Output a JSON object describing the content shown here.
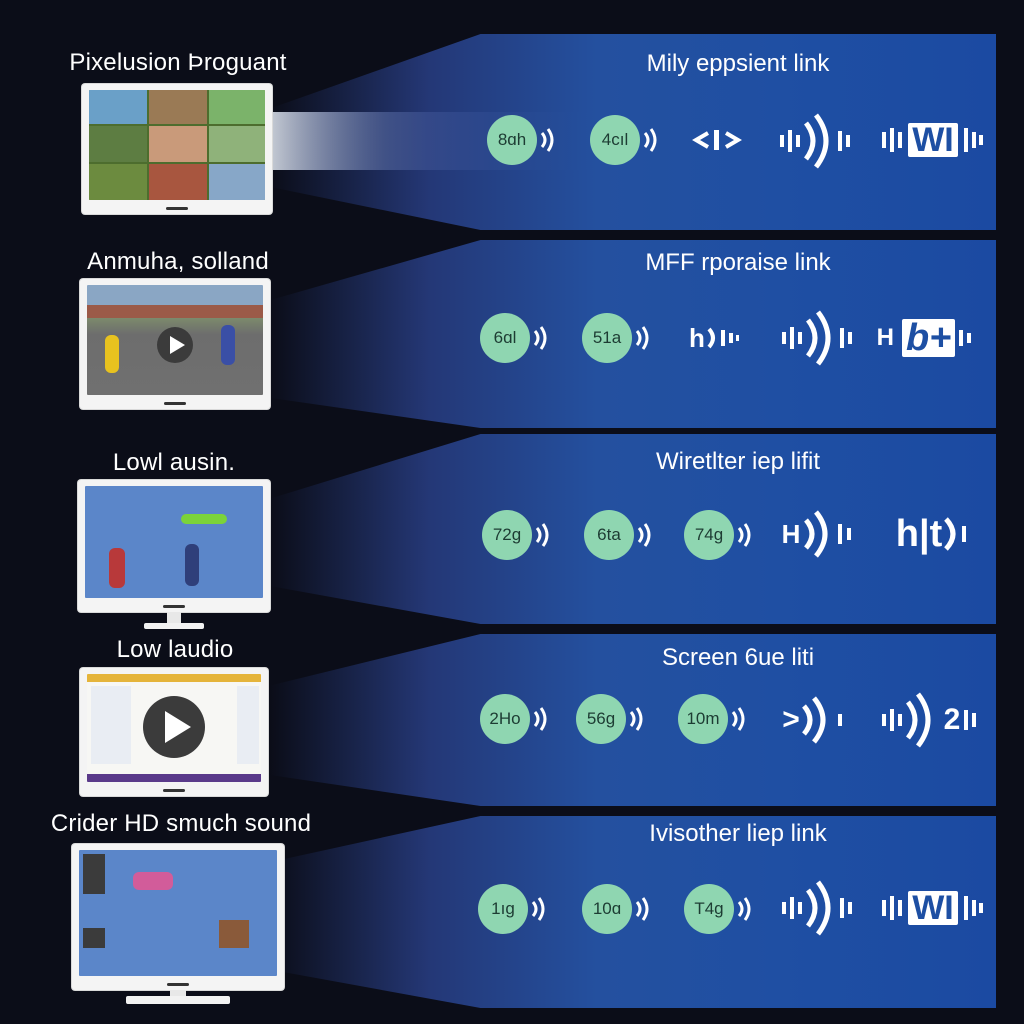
{
  "rows": [
    {
      "left_title": "Pixelusion Þroguant",
      "panel_title": "Mily eppsient link",
      "badges": [
        "8ɑh",
        "4cıl"
      ],
      "icons": [
        "small-wave-icon",
        "arrows-wave-icon",
        "wave-icon",
        "w-box-icon"
      ],
      "icon_text": [
        "‹I›",
        "WI"
      ]
    },
    {
      "left_title": "Anmuha, solland",
      "panel_title": "MFF rporaise link",
      "badges": [
        "6ɑl",
        "51a"
      ],
      "icons": [
        "h-wave-icon",
        "wave-icon",
        "b-plus-icon"
      ],
      "icon_text": [
        "h",
        "H",
        "b+"
      ]
    },
    {
      "left_title": "Lowl ausin.",
      "panel_title": "Wiretlter iep lifit",
      "badges": [
        "72g",
        "6ta",
        "74g"
      ],
      "icons": [
        "h-wave-icon",
        "ht-wave-icon"
      ],
      "icon_text": [
        "H",
        "h|t"
      ]
    },
    {
      "left_title": "Low laudio",
      "panel_title": "Screen 6ue liti",
      "badges": [
        "2Ho",
        "56g",
        "10m"
      ],
      "icons": [
        "arrow-wave-icon",
        "wave-2-icon"
      ],
      "icon_text": [
        ">",
        "2"
      ]
    },
    {
      "left_title": "Crider HD smuch sound",
      "panel_title": "Ivisother liep link",
      "badges": [
        "1ıg",
        "10ɑ",
        "T4g"
      ],
      "icons": [
        "wave-icon",
        "w-box-icon"
      ],
      "icon_text": [
        "WI"
      ]
    }
  ],
  "colors": {
    "background": "#0b0d18",
    "panel_blue": "#1f4fa3",
    "badge_green": "#8fd6b1",
    "text": "#ffffff"
  }
}
